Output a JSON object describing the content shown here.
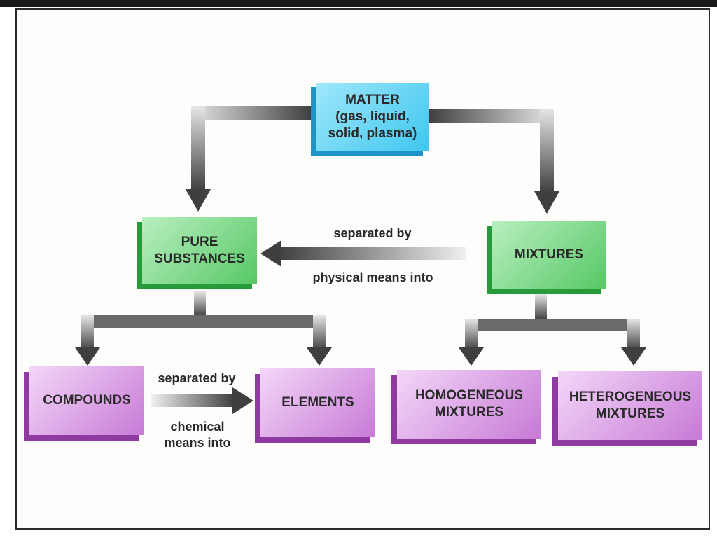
{
  "nodes": {
    "matter": "MATTER\n(gas, liquid,\nsolid, plasma)",
    "pure_substances": "PURE\nSUBSTANCES",
    "mixtures": "MIXTURES",
    "compounds": "COMPOUNDS",
    "elements": "ELEMENTS",
    "homogeneous": "HOMOGENEOUS\nMIXTURES",
    "heterogeneous": "HETEROGENEOUS\nMIXTURES"
  },
  "edge_labels": {
    "physical_top": "separated by",
    "physical_bottom": "physical means into",
    "chemical_top": "separated by",
    "chemical_bottom": "chemical\nmeans into"
  },
  "colors": {
    "matter": "#3fc6ef",
    "substance_level": "#56c865",
    "leaf_level": "#c77ad6",
    "arrow": "#4a4a4a"
  }
}
